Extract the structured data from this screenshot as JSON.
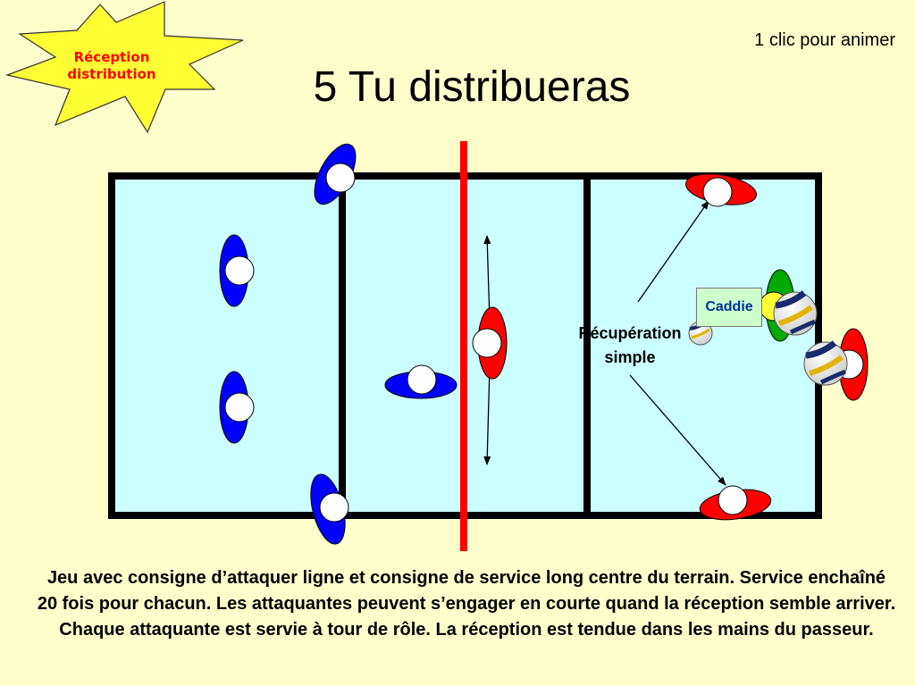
{
  "badge": {
    "line1": "Réception",
    "line2": "distribution"
  },
  "hint": "1 clic pour animer",
  "title": "5 Tu distribueras",
  "caddie_label": "Caddie",
  "recovery_label_line1": "Récupération",
  "recovery_label_line2": "simple",
  "caption": "Jeu avec consigne d’attaquer ligne et consigne de service long centre du terrain. Service enchaîné 20 fois pour chacun. Les attaquantes peuvent s’engager en courte quand la réception semble arriver. Chaque attaquante est servie à tour de rôle. La réception est tendue dans les mains du passeur.",
  "colors": {
    "background": "#ffffcc",
    "court": "#ccffff",
    "net": "#ff0000",
    "team_blue": "#0000ff",
    "team_red": "#ff0000",
    "coach_green": "#00aa00",
    "badge_fill": "#ffff33",
    "badge_text": "#ff0000"
  }
}
